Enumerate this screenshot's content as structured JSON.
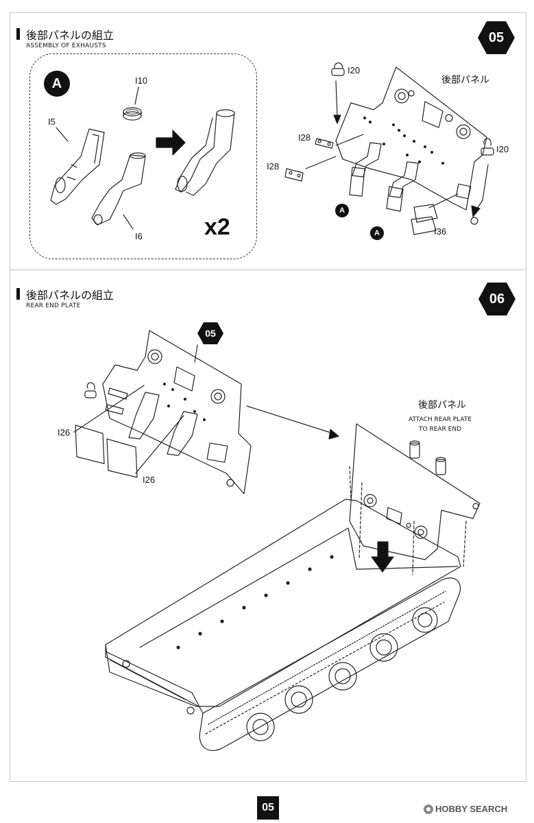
{
  "step05": {
    "title_jp": "後部パネルの組立",
    "title_en": "ASSEMBLY OF EXHAUSTS",
    "step_number": "05",
    "subassembly_marker": "A",
    "multiplier": "x2",
    "labels": {
      "i10": "I10",
      "i5": "I5",
      "i6": "I6",
      "i20_left": "I20",
      "i20_right": "I20",
      "i28_top": "I28",
      "i28_bottom": "I28",
      "i36": "I36",
      "panel_jp": "後部パネル",
      "marker_a1": "A",
      "marker_a2": "A"
    }
  },
  "step06": {
    "title_jp": "後部パネルの組立",
    "title_en": "REAR END PLATE",
    "step_number": "06",
    "sub_step": "05",
    "labels": {
      "i26_top": "I26",
      "i26_bottom": "I26",
      "panel_jp": "後部パネル",
      "attach_line1": "ATTACH REAR PLATE",
      "attach_line2": "TO REAR END"
    }
  },
  "footer": {
    "page_number": "05",
    "watermark": "HOBBY SEARCH"
  },
  "colors": {
    "ink": "#111111",
    "frame": "#c8c8c8"
  }
}
